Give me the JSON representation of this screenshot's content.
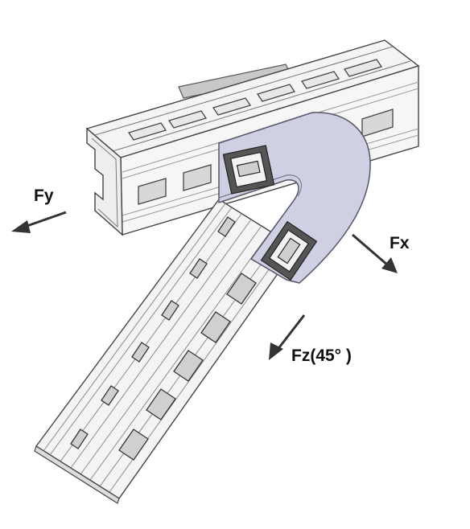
{
  "figure": {
    "type": "3D rendering of a strut channel bracket connection",
    "parts": {
      "horizontal_channel": "strut-channel",
      "diagonal_channel": "strut-channel",
      "bracket": "45-degree-connector-plate"
    }
  },
  "forces": {
    "fy": {
      "label": "Fy"
    },
    "fx": {
      "label": "Fx"
    },
    "fz": {
      "label": "Fz(45° )"
    }
  },
  "colors": {
    "channel_face": "#f4f4f4",
    "channel_edge": "#444444",
    "channel_groove": "#b8b8b8",
    "slot_fill": "#d0d0d0",
    "bracket_fill": "#cfd0e4",
    "bracket_edge": "#555566",
    "bolt_fill": "#444444",
    "arrow": "#333333"
  }
}
